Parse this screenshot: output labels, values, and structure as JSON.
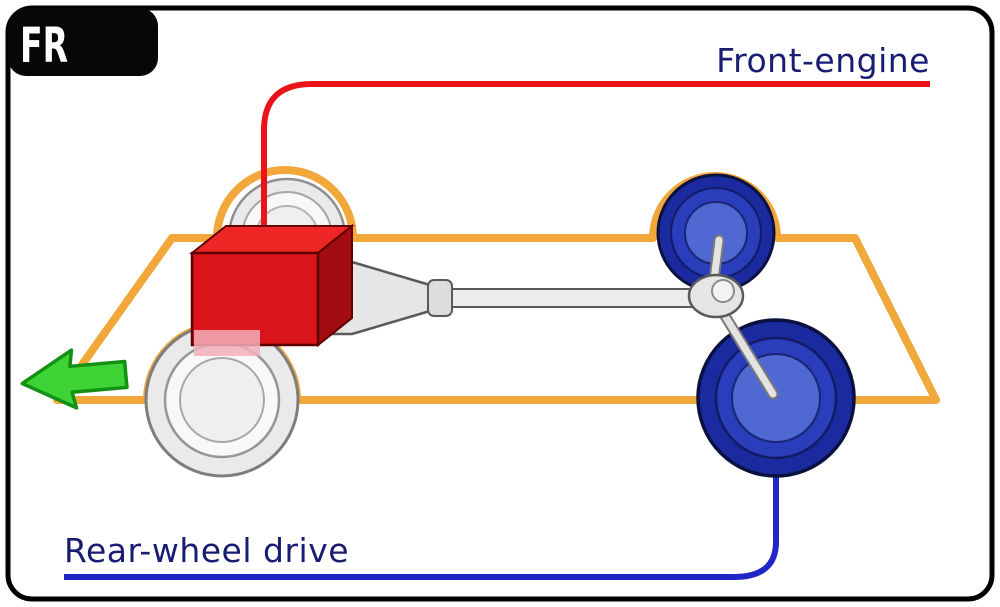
{
  "badge": {
    "label": "FR",
    "bg": "#070707",
    "text_color": "#ffffff"
  },
  "frame": {
    "stroke": "#000000",
    "background": "#ffffff"
  },
  "callouts": {
    "label_color": "#181c72",
    "front_engine": {
      "label": "Front-engine",
      "line_color": "#e8141a"
    },
    "rear_wheel_drive": {
      "label": "Rear-wheel drive",
      "line_color": "#2026c8"
    }
  },
  "diagram": {
    "chassis_color": "#f2a73b",
    "engine": {
      "front": "#d9141a",
      "top": "#ee2626",
      "side": "#a30d12",
      "shadow": "#f2aebc"
    },
    "wheels": {
      "front_fill": "#eaeaea",
      "front_inner": "#f8f8f8",
      "front_hub": "#efefef",
      "rear_outer": "#1b2a9e",
      "rear_mid": "#2a3dba",
      "rear_hub": "#5068d2"
    },
    "drivetrain": {
      "fill": "#e6e6e6",
      "shaft_fill": "#ececec",
      "stroke": "#5a5a5a"
    },
    "arrow": {
      "fill": "#3fd435",
      "stroke": "#149114"
    }
  }
}
